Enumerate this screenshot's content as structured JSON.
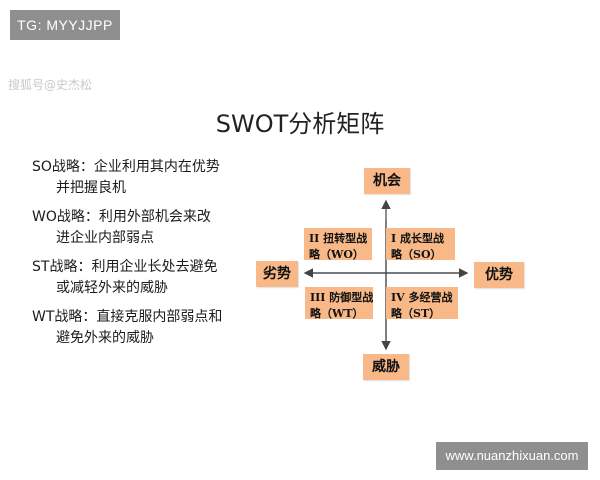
{
  "tag": "TG: MYYJJPP",
  "source_watermark": "搜狐号@史杰松",
  "title": "SWOT分析矩阵",
  "strategies": [
    {
      "line1": "SO战略：企业利用其内在优势",
      "line2": "并把握良机"
    },
    {
      "line1": "WO战略：利用外部机会来改",
      "line2": "进企业内部弱点"
    },
    {
      "line1": "ST战略：利用企业长处去避免",
      "line2": "或减轻外来的威胁"
    },
    {
      "line1": "WT战略：直接克服内部弱点和",
      "line2": "避免外来的威胁"
    }
  ],
  "matrix": {
    "top": "机会",
    "bottom": "威胁",
    "left": "劣势",
    "right": "优势",
    "quadrants": {
      "wo": {
        "line1": "II 扭转型战",
        "line2": "略（WO）"
      },
      "so": {
        "line1": "I 成长型战",
        "line2": "略（SO）"
      },
      "wt": {
        "line1": "III 防御型战",
        "line2": "略（WT）"
      },
      "st": {
        "line1": "IV 多经营战",
        "line2": "略（ST）"
      }
    }
  },
  "url": "www.nuanzhixuan.com",
  "colors": {
    "box_fill": "#f8b888",
    "tag_fill": "#8f8f8f",
    "axis": "#444444"
  }
}
